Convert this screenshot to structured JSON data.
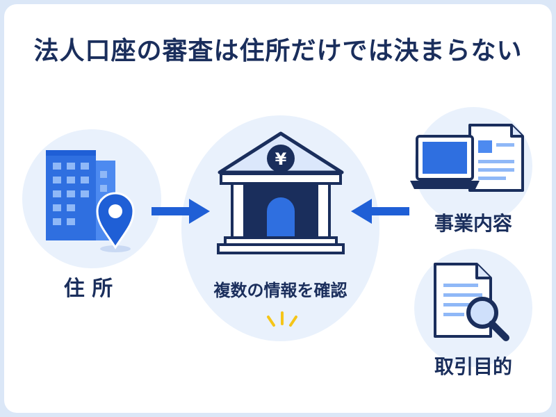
{
  "title": "法人口座の審査は住所だけでは決まらない",
  "nodes": {
    "address": "住 所",
    "center": "複数の情報を確認",
    "business": "事業内容",
    "purpose": "取引目的"
  },
  "icons": {
    "address": "building-with-location-pin-icon",
    "center": "bank-yen-icon",
    "business": "laptop-and-document-icon",
    "purpose": "document-magnifier-icon"
  },
  "colors": {
    "title": "#1a2e5c",
    "accent": "#1f5fd6",
    "highlight": "#f5c518"
  }
}
